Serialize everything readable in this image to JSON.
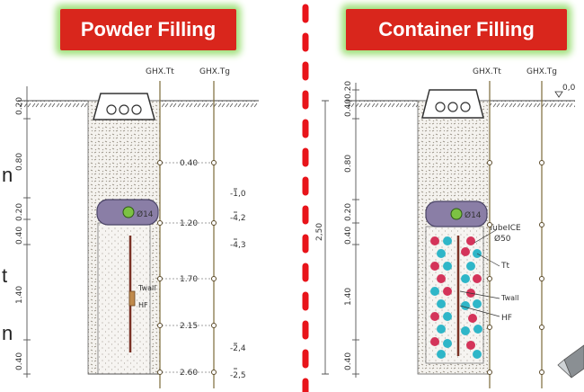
{
  "banners": {
    "left": "Powder Filling",
    "right": "Container Filling"
  },
  "left_panel": {
    "pipe_labels": [
      "GHX.Tt",
      "GHX.Tg"
    ],
    "depth_axis": [
      "0.20",
      "0.80",
      "0.20",
      "0.40",
      "1.40",
      "0.40"
    ],
    "ring_label": "Ø14",
    "probe_depths": [
      "0.40",
      "1.20",
      "1.70",
      "2.15",
      "2.60"
    ],
    "soil_levels": [
      "-1,0",
      "-4,2",
      "-4,3",
      "-2,4",
      "-2,5"
    ],
    "wall_label": "Twall",
    "hf_label": "HF"
  },
  "right_panel": {
    "pipe_labels": [
      "GHX.Tt",
      "GHX.Tg"
    ],
    "surface_level": "0,0",
    "depth_axis": [
      "0.20",
      "0.40",
      "0.80",
      "0.20",
      "0.40",
      "1.40",
      "0.40"
    ],
    "total_depth": "2,50",
    "ring_label": "Ø14",
    "tube_label": "TubeICE",
    "tube_size": "Ø50",
    "tt_label": "Tt",
    "wall_label": "Twall",
    "hf_label": "HF"
  },
  "edge_letters": [
    "n",
    "t",
    "n"
  ],
  "colors": {
    "banner": "#d9261c",
    "glow": "#9fe07a",
    "divider": "#e8141a",
    "ice_red": "#d4345a",
    "ice_cyan": "#2fb6c8",
    "ring_fill": "#8a7ea6"
  }
}
